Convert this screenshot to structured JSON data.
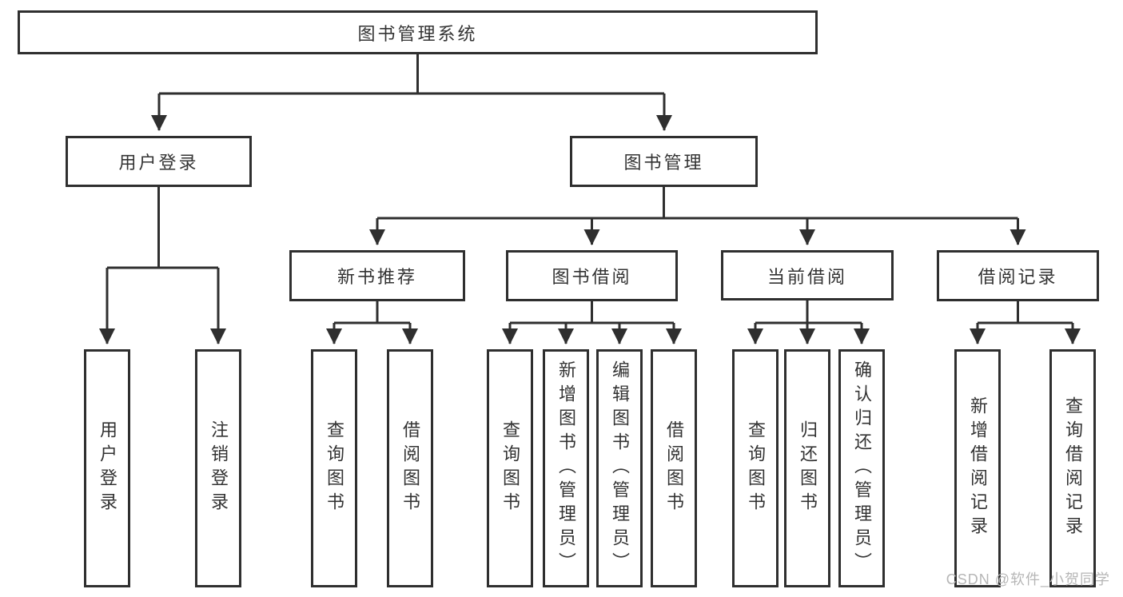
{
  "colors": {
    "line": "#2f2f2f",
    "box_border": "#2f2f2f",
    "text": "#333333",
    "watermark": "#b6b6b6",
    "background": "#ffffff"
  },
  "watermark": {
    "text": "CSDN @软件_小贺同学"
  },
  "tree": {
    "label": "图书管理系统",
    "children": [
      {
        "label": "用户登录",
        "children": [
          {
            "label": "用户登录"
          },
          {
            "label": "注销登录"
          }
        ]
      },
      {
        "label": "图书管理",
        "children": [
          {
            "label": "新书推荐",
            "children": [
              {
                "label": "查询图书"
              },
              {
                "label": "借阅图书"
              }
            ]
          },
          {
            "label": "图书借阅",
            "children": [
              {
                "label": "查询图书"
              },
              {
                "label": "新增图书（管理员）"
              },
              {
                "label": "编辑图书（管理员）"
              },
              {
                "label": "借阅图书"
              }
            ]
          },
          {
            "label": "当前借阅",
            "children": [
              {
                "label": "查询图书"
              },
              {
                "label": "归还图书"
              },
              {
                "label": "确认归还（管理员）"
              }
            ]
          },
          {
            "label": "借阅记录",
            "children": [
              {
                "label": "新增借阅记录"
              },
              {
                "label": "查询借阅记录"
              }
            ]
          }
        ]
      }
    ]
  }
}
